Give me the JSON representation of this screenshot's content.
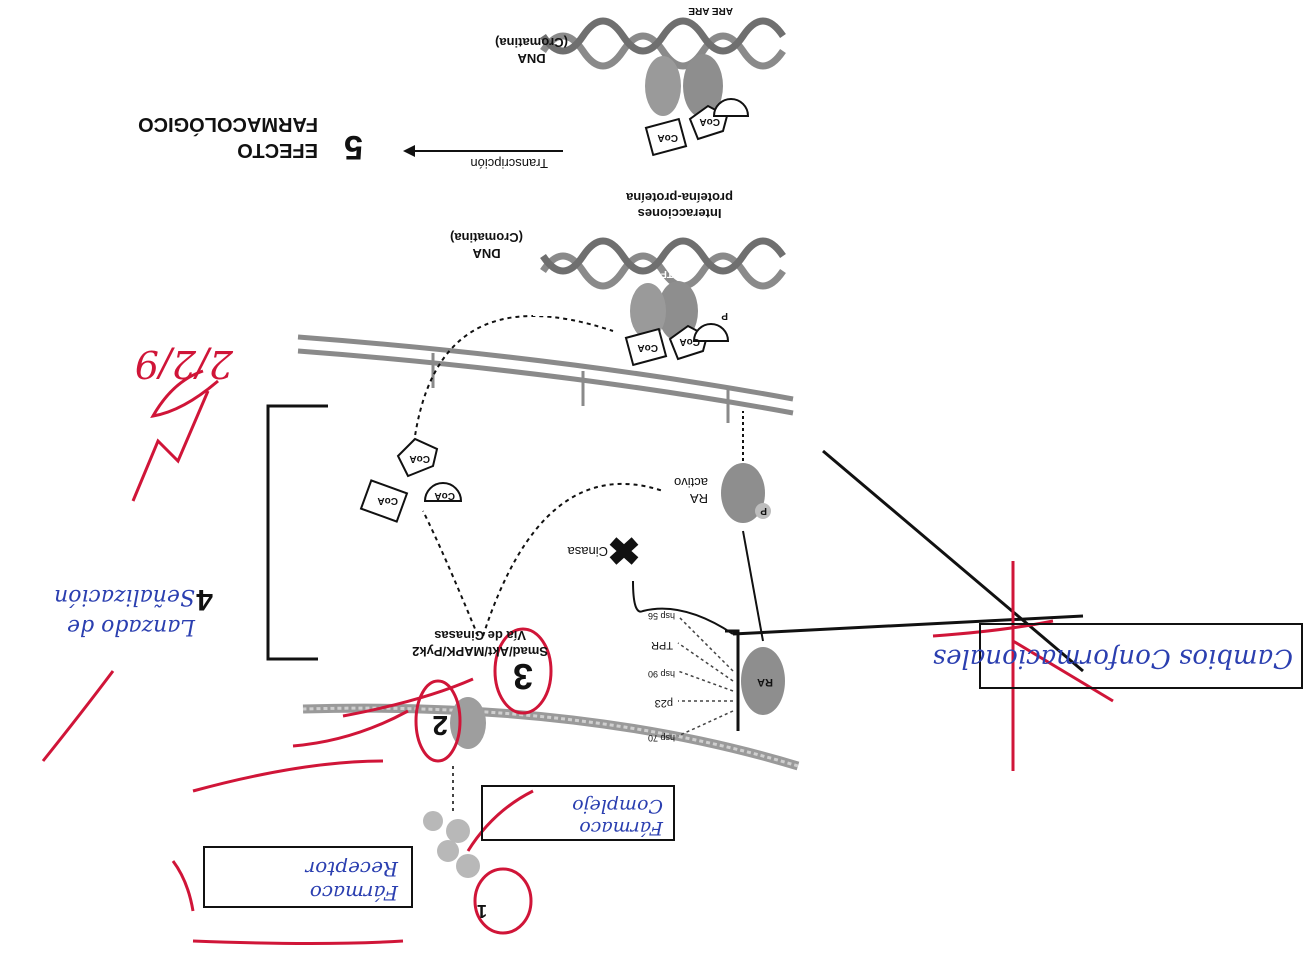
{
  "diagram": {
    "step1": "1",
    "step2": "2",
    "step3": "3",
    "step4": "4",
    "step5": "5",
    "efecto_line1": "EFECTO",
    "efecto_line2": "FARMACOLÓGICO",
    "transcripcion": "Transcripción",
    "interacciones_line1": "Interacciones",
    "interacciones_line2": "proteína-proteína",
    "dna_label": "DNA",
    "cromatina_label": "(Cromatina)",
    "are_label": "ARE ARE",
    "tf_label": "TF",
    "ra_label": "RA",
    "ra_activo_line1": "RA",
    "ra_activo_line2": "activo",
    "cinasa_label": "Cinasa",
    "via_line1": "Smad/Akt/MAPK/Pyk2",
    "via_line2": "Vía de Cinasas",
    "coa_label": "CoA",
    "p_label": "P",
    "hsp70": "hsp 70",
    "p23": "p23",
    "hsp90": "hsp 90",
    "tpr": "TPR",
    "hsp56": "hsp 56"
  },
  "handwriting": {
    "farmaco_receptor_line1": "Fármaco",
    "farmaco_receptor_line2": "Receptor",
    "farmaco_complejo_line1": "Fármaco",
    "farmaco_complejo_line2": "Complejo",
    "cambios_conformacionales": "Cambios Conformacionales",
    "lanzado_line1": "Lanzado de",
    "lanzado_line2": "Señalización",
    "side_note": "2/2/9"
  },
  "colors": {
    "ink": "#111111",
    "pen_blue": "#2b3fb0",
    "pen_red": "#d01538",
    "membrane_gray": "#8a8a8a",
    "dna_gray": "#6f6f6f"
  }
}
